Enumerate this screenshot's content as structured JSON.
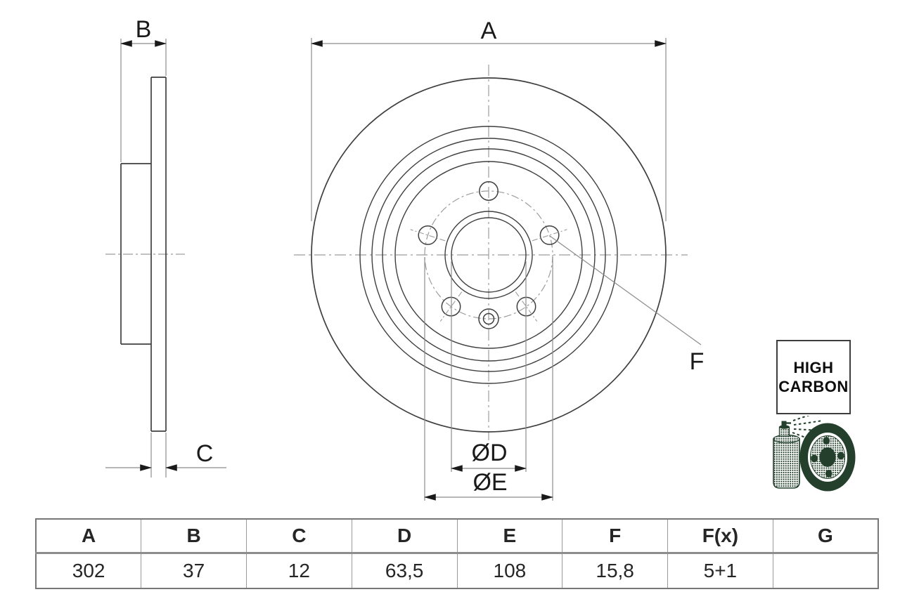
{
  "drawing": {
    "labels": {
      "a": "A",
      "b": "B",
      "c": "C",
      "diameter_d": "ØD",
      "diameter_e": "ØE",
      "f": "F"
    },
    "colors": {
      "outline": "#3f3f3f",
      "dimension_line": "#8c8c8c",
      "centerline": "#9c9c9c",
      "arrowhead": "#1a1a1a",
      "label": "#1a1a1a"
    }
  },
  "badge": {
    "line1": "HIGH",
    "line2": "CARBON"
  },
  "spray_icon": {
    "color": "#24402c"
  },
  "table": {
    "headers": [
      "A",
      "B",
      "C",
      "D",
      "E",
      "F",
      "F(x)",
      "G"
    ],
    "values": [
      "302",
      "37",
      "12",
      "63,5",
      "108",
      "15,8",
      "5+1",
      ""
    ]
  }
}
